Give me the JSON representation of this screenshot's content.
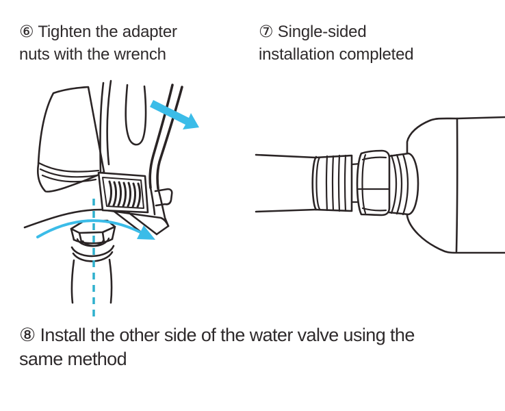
{
  "page": {
    "background": "#FFFFFF"
  },
  "colors": {
    "line": "#2A2425",
    "arrow_blue": "#3BBCE8",
    "dash_blue": "#2FB0CD",
    "text": "#2E2A2B"
  },
  "steps": {
    "step6": {
      "line1": "⑥ Tighten the adapter",
      "line2": "nuts with the wrench"
    },
    "step7": {
      "line1": "⑦ Single-sided",
      "line2": "installation completed"
    },
    "step8": {
      "line1": "⑧ Install the other side of the water valve using the",
      "line2": "same method"
    }
  },
  "figures": {
    "left": {
      "name": "wrench-tightening-adapter-nut-illustration"
    },
    "right": {
      "name": "hose-connected-to-water-valve-illustration"
    }
  }
}
